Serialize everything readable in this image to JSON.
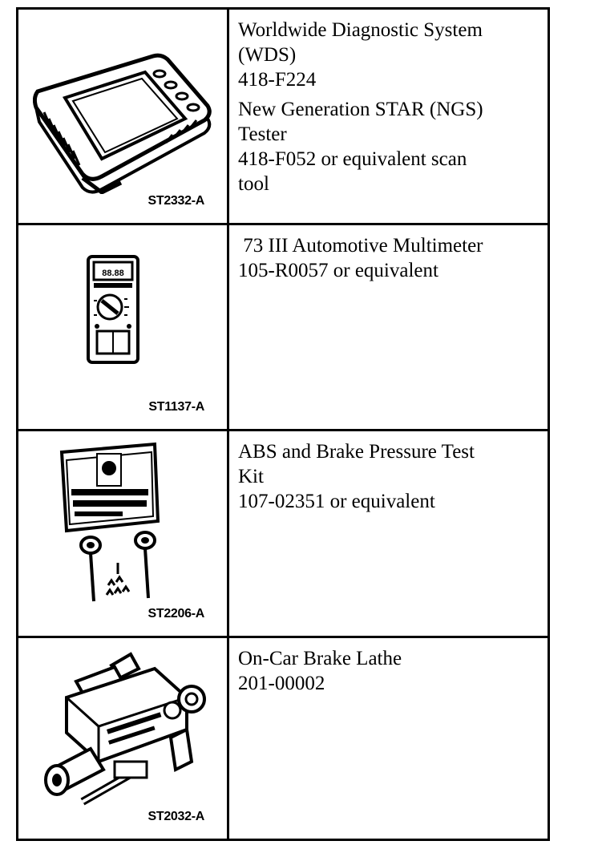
{
  "tools": [
    {
      "figure_code": "ST2332-A",
      "icon": "scan-tool-tablet",
      "lines": [
        "Worldwide Diagnostic System",
        "(WDS)",
        "418-F224",
        "New Generation STAR (NGS)",
        "Tester",
        "418-F052 or equivalent scan",
        "tool"
      ]
    },
    {
      "figure_code": "ST1137-A",
      "icon": "multimeter",
      "lines": [
        " 73 III Automotive Multimeter",
        "105-R0057 or equivalent"
      ]
    },
    {
      "figure_code": "ST2206-A",
      "icon": "pressure-test-kit",
      "lines": [
        "ABS and Brake Pressure Test",
        "Kit",
        "107-02351 or equivalent"
      ]
    },
    {
      "figure_code": "ST2032-A",
      "icon": "brake-lathe",
      "lines": [
        "On-Car Brake Lathe",
        "201-00002"
      ]
    }
  ]
}
